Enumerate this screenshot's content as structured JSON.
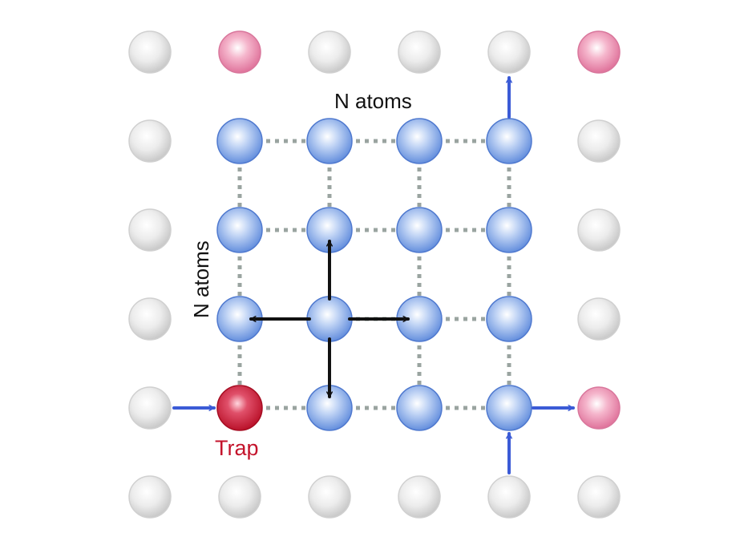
{
  "labels": {
    "top": "N atoms",
    "left": "N atoms",
    "trap": "Trap"
  },
  "colors": {
    "background": "#ffffff",
    "lattice_atom": "#d6d6d6",
    "chain_atom": "#6f98e0",
    "trap_atom": "#c4142c",
    "exit_atom": "#e27aa0",
    "dotted_bond": "#9aa4a0",
    "blue_arrow": "#3b5bd6",
    "black_arrow": "#111111",
    "trap_label": "#c4142c",
    "text": "#111111"
  },
  "lattice": {
    "rows": 6,
    "cols": 6,
    "atom_types": [
      [
        "lattice",
        "exit",
        "lattice",
        "lattice",
        "lattice",
        "exit"
      ],
      [
        "lattice",
        "chain",
        "chain",
        "chain",
        "chain",
        "lattice"
      ],
      [
        "lattice",
        "chain",
        "chain",
        "chain",
        "chain",
        "lattice"
      ],
      [
        "lattice",
        "chain",
        "chain",
        "chain",
        "chain",
        "lattice"
      ],
      [
        "lattice",
        "trap",
        "chain",
        "chain",
        "chain",
        "exit"
      ],
      [
        "lattice",
        "lattice",
        "lattice",
        "lattice",
        "lattice",
        "lattice"
      ]
    ]
  },
  "bonds": [
    [
      [
        1,
        1
      ],
      [
        1,
        2
      ]
    ],
    [
      [
        1,
        2
      ],
      [
        1,
        3
      ]
    ],
    [
      [
        1,
        3
      ],
      [
        1,
        4
      ]
    ],
    [
      [
        2,
        1
      ],
      [
        2,
        2
      ]
    ],
    [
      [
        2,
        2
      ],
      [
        2,
        3
      ]
    ],
    [
      [
        2,
        3
      ],
      [
        2,
        4
      ]
    ],
    [
      [
        3,
        2
      ],
      [
        3,
        3
      ]
    ],
    [
      [
        3,
        3
      ],
      [
        3,
        4
      ]
    ],
    [
      [
        4,
        1
      ],
      [
        4,
        2
      ]
    ],
    [
      [
        4,
        2
      ],
      [
        4,
        3
      ]
    ],
    [
      [
        4,
        3
      ],
      [
        4,
        4
      ]
    ],
    [
      [
        1,
        1
      ],
      [
        2,
        1
      ]
    ],
    [
      [
        2,
        1
      ],
      [
        3,
        1
      ]
    ],
    [
      [
        3,
        1
      ],
      [
        4,
        1
      ]
    ],
    [
      [
        1,
        2
      ],
      [
        2,
        2
      ]
    ],
    [
      [
        1,
        3
      ],
      [
        2,
        3
      ]
    ],
    [
      [
        2,
        3
      ],
      [
        3,
        3
      ]
    ],
    [
      [
        3,
        3
      ],
      [
        4,
        3
      ]
    ],
    [
      [
        1,
        4
      ],
      [
        2,
        4
      ]
    ],
    [
      [
        2,
        4
      ],
      [
        3,
        4
      ]
    ],
    [
      [
        3,
        4
      ],
      [
        4,
        4
      ]
    ]
  ],
  "arrows": {
    "black": [
      [
        [
          3,
          2
        ],
        [
          2,
          2
        ]
      ],
      [
        [
          3,
          2
        ],
        [
          4,
          2
        ]
      ],
      [
        [
          3,
          2
        ],
        [
          3,
          1
        ]
      ],
      [
        [
          3,
          2
        ],
        [
          3,
          3
        ]
      ]
    ],
    "blue": [
      [
        [
          1,
          4
        ],
        [
          0,
          4
        ]
      ],
      [
        [
          4,
          4
        ],
        [
          4,
          5
        ]
      ],
      [
        [
          5,
          4
        ],
        [
          4,
          4
        ]
      ],
      [
        [
          4,
          0
        ],
        [
          4,
          1
        ]
      ]
    ]
  }
}
